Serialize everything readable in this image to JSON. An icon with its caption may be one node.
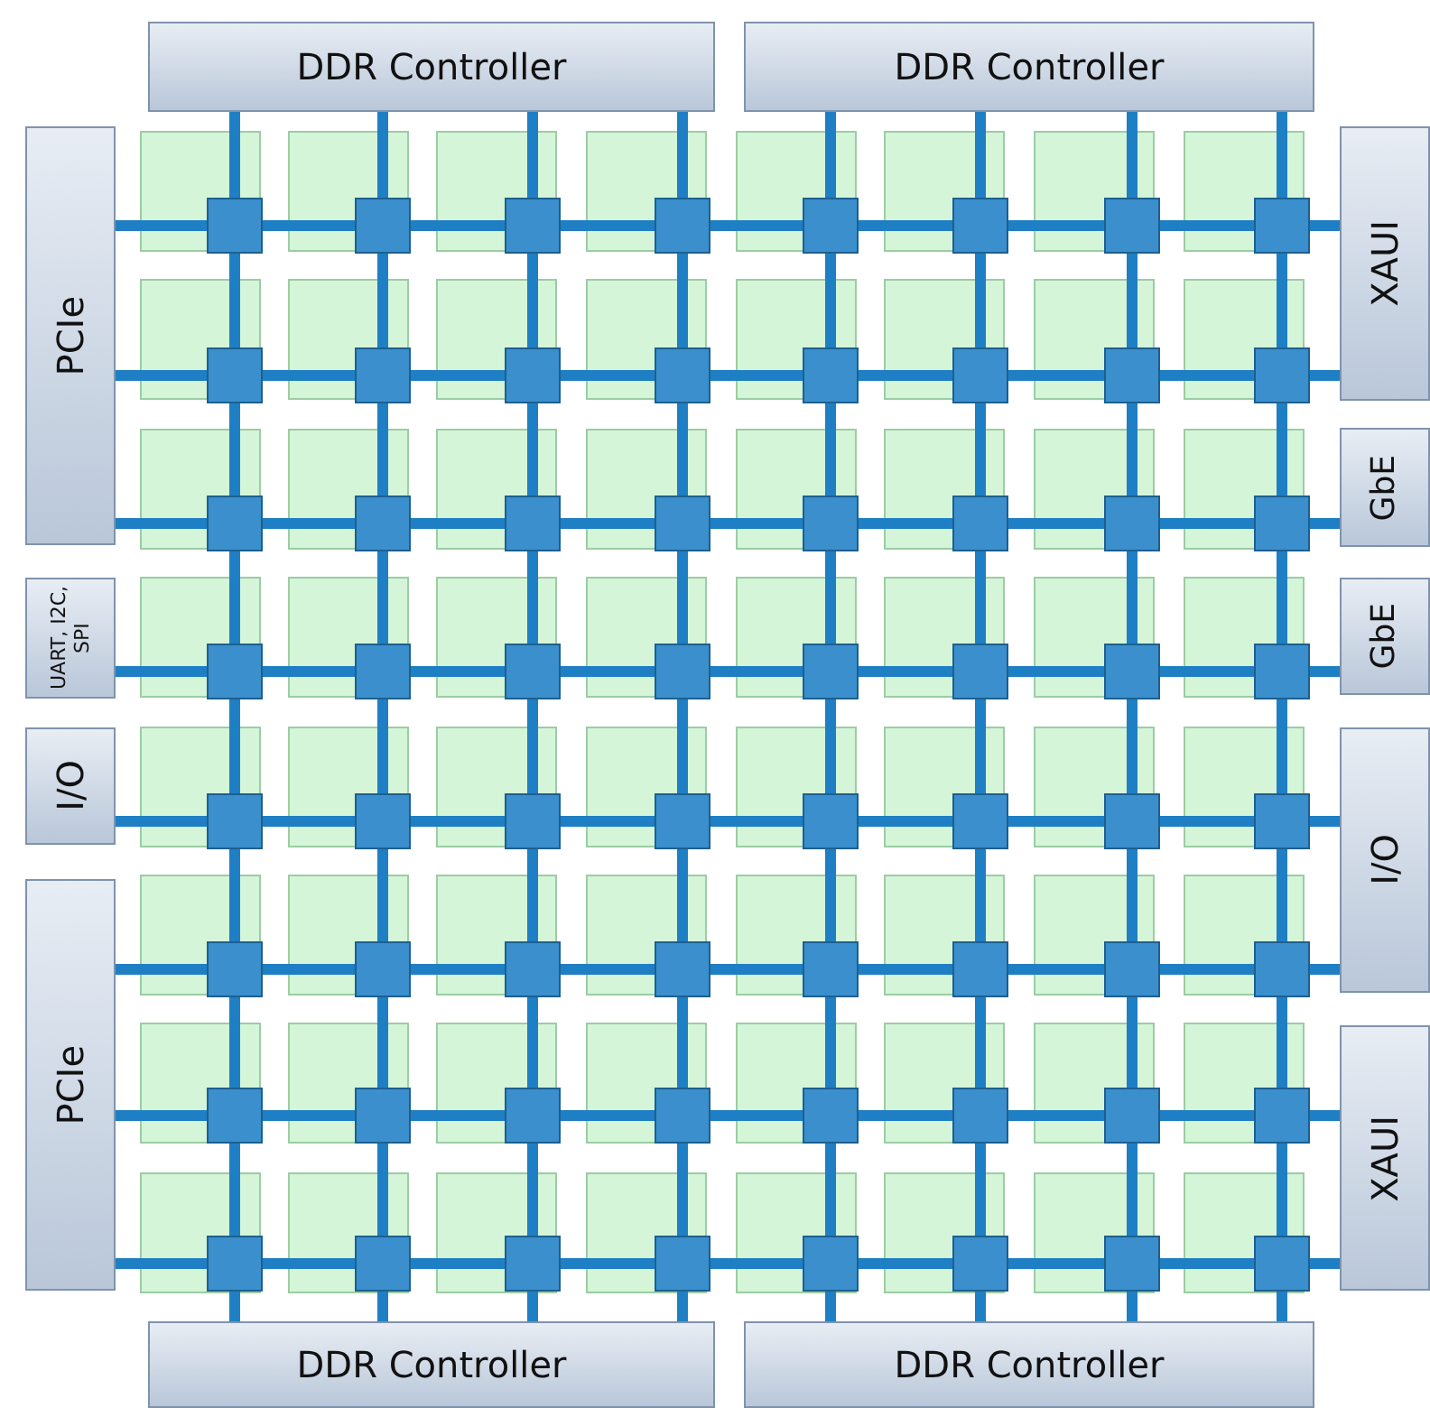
{
  "diagram": {
    "nodes": [
      {
        "text": [
          "DDR Controller"
        ]
      },
      {
        "text": [
          "DDR Controller"
        ]
      },
      {
        "text": [
          "PCIe"
        ]
      },
      {
        "text": [
          "XAUI"
        ]
      },
      {
        "text": [
          "GbE"
        ]
      },
      {
        "text": [
          "UART, I2C, SPI"
        ]
      },
      {
        "text": [
          "GbE"
        ]
      },
      {
        "text": [
          "I/O"
        ]
      },
      {
        "text": [
          "I/O"
        ]
      },
      {
        "text": [
          "PCIe"
        ]
      },
      {
        "text": [
          "XAUI"
        ]
      },
      {
        "text": [
          "DDR Controller"
        ]
      },
      {
        "text": [
          "DDR Controller"
        ]
      }
    ]
  }
}
